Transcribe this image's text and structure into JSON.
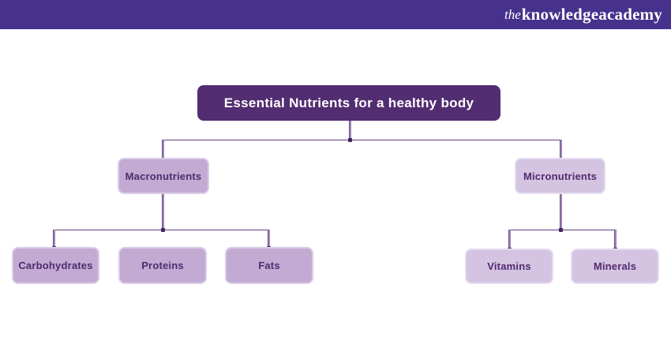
{
  "header": {
    "banner_color": "#46328c",
    "logo": {
      "the": "the",
      "knowledge": "knowledge",
      "academy": "academy"
    }
  },
  "diagram": {
    "nodes": {
      "root": {
        "label": "Essential Nutrients for a healthy body"
      },
      "macronutrients": {
        "label": "Macronutrients",
        "parent": "root"
      },
      "micronutrients": {
        "label": "Micronutrients",
        "parent": "root"
      },
      "carbohydrates": {
        "label": "Carbohydrates",
        "parent": "macronutrients"
      },
      "proteins": {
        "label": "Proteins",
        "parent": "macronutrients"
      },
      "fats": {
        "label": "Fats",
        "parent": "macronutrients"
      },
      "vitamins": {
        "label": "Vitamins",
        "parent": "micronutrients"
      },
      "minerals": {
        "label": "Minerals",
        "parent": "micronutrients"
      }
    },
    "colors": {
      "root_fill": "#522d71",
      "root_text": "#ffffff",
      "level1_left_fill": "#c3aad3",
      "level1_right_fill": "#d4c3e1",
      "node_text": "#4f2a6e",
      "connector_line": "#5f4180",
      "junction_dot": "#42235f"
    }
  }
}
